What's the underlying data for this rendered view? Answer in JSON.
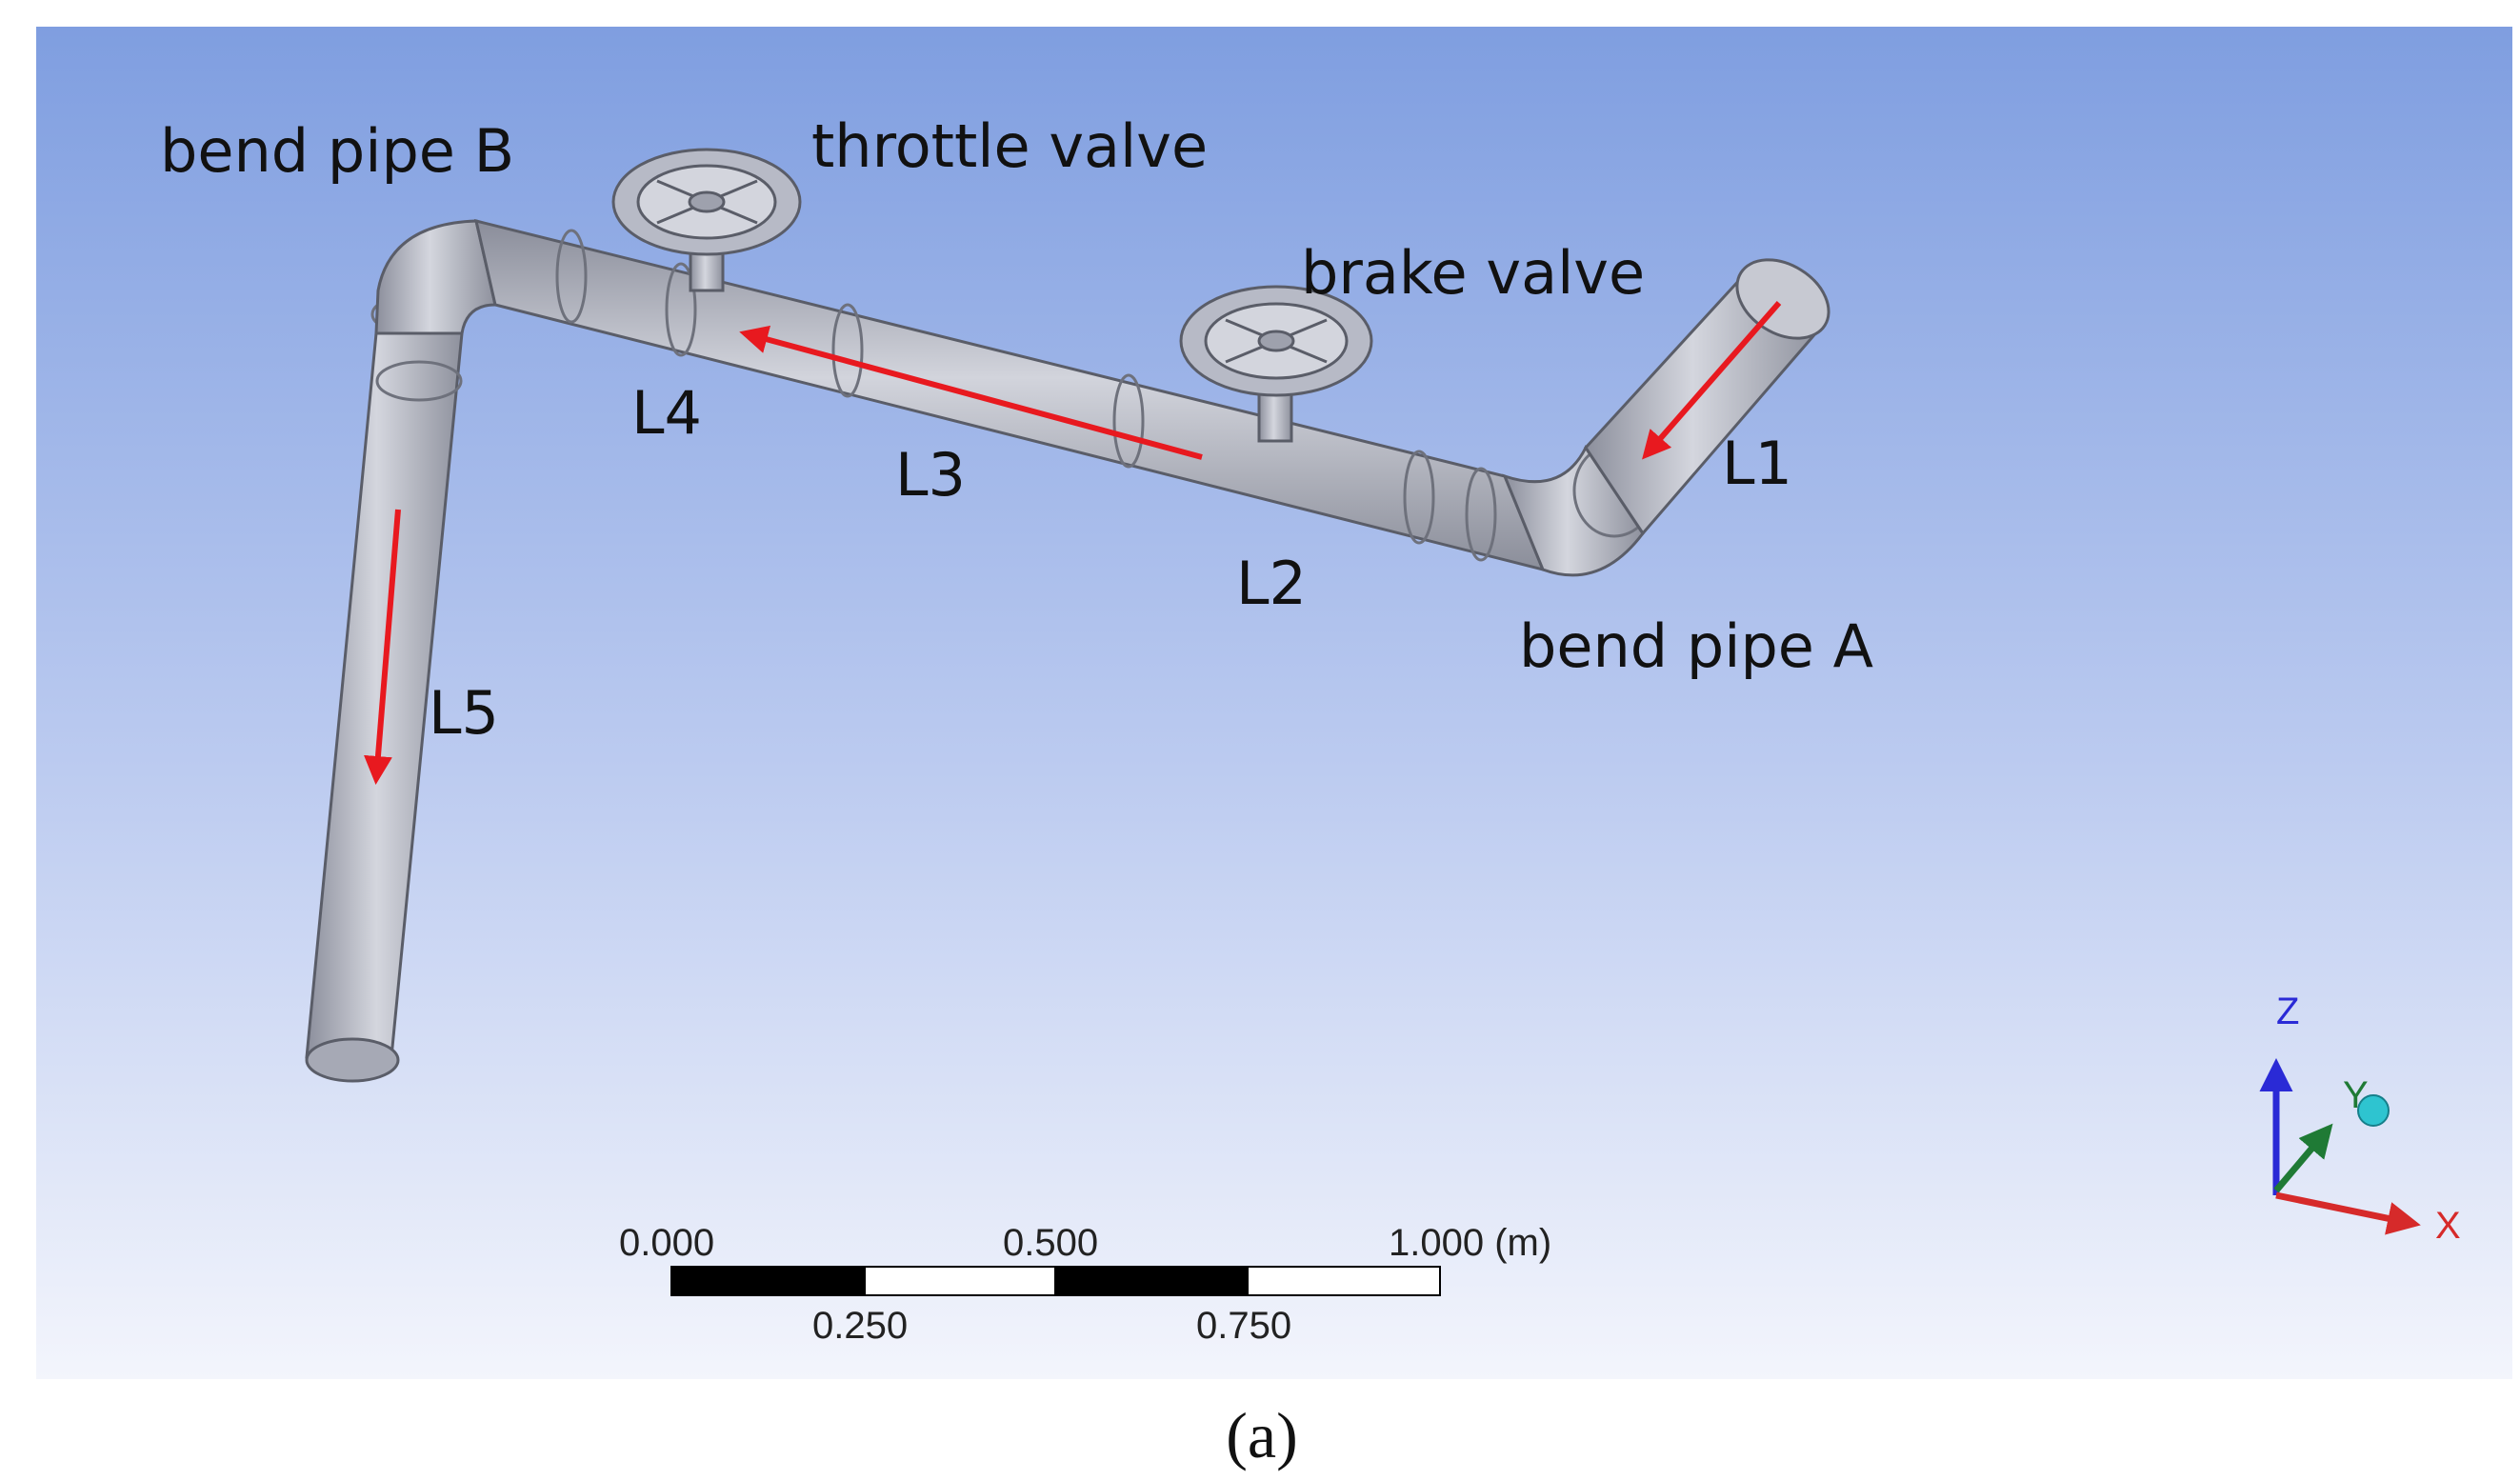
{
  "labels": {
    "bend_pipe_b": "bend pipe B",
    "throttle_valve": "throttle valve",
    "brake_valve": "brake valve",
    "bend_pipe_a": "bend pipe A",
    "l1": "L1",
    "l2": "L2",
    "l3": "L3",
    "l4": "L4",
    "l5": "L5"
  },
  "scale_bar": {
    "top_labels": [
      "0.000",
      "0.500",
      "1.000 (m)"
    ],
    "bottom_labels": [
      "0.250",
      "0.750"
    ]
  },
  "axes": {
    "z": "Z",
    "y": "Y",
    "x": "X"
  },
  "caption": "(a)",
  "colors": {
    "background_top": "#7f9ee0",
    "background_bottom": "#f3f5fc",
    "flow_arrow": "#e8191f",
    "pipe": "#b9bcc8",
    "axis_x": "#d62a2a",
    "axis_y": "#1f7a35",
    "axis_z": "#2a2ad6",
    "axis_ball": "#2ec4d0"
  }
}
